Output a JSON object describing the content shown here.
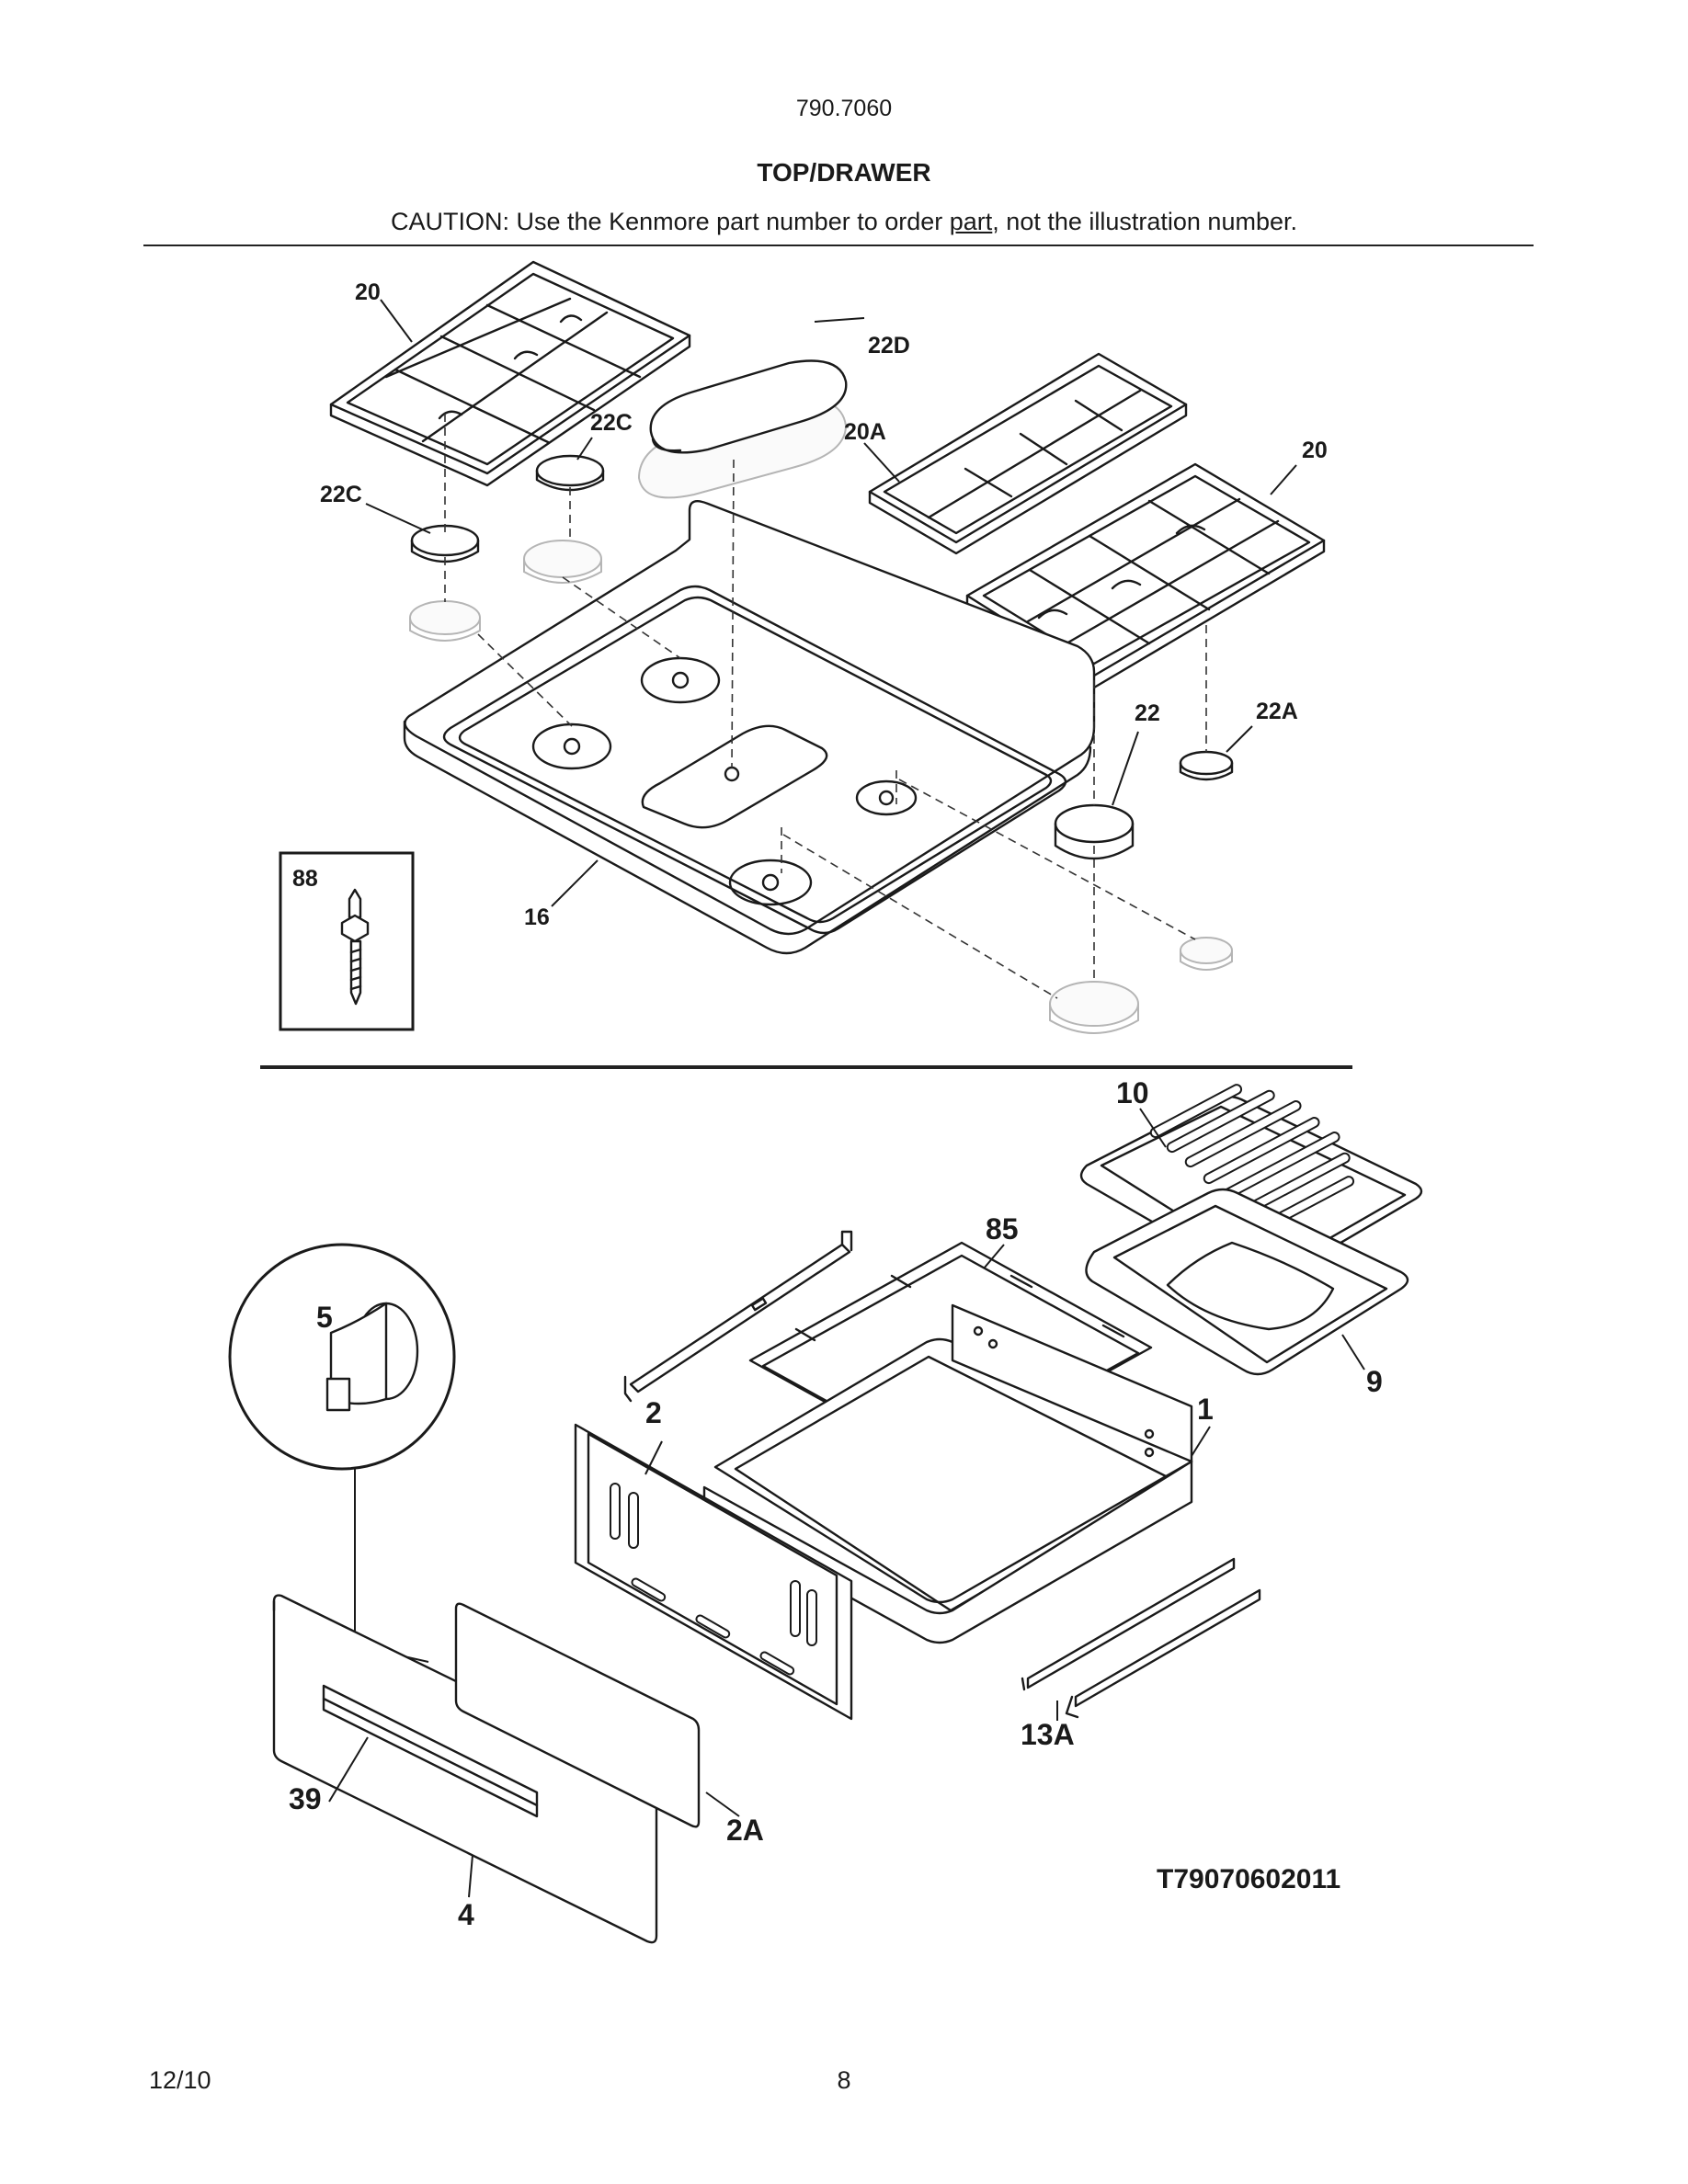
{
  "header": {
    "model": "790.7060",
    "title": "TOP/DRAWER",
    "caution_before": "CAUTION: Use the Kenmore part number to order ",
    "caution_link": "part",
    "caution_after": ", not the illustration number."
  },
  "callouts": {
    "c20a": "20",
    "c22d": "22D",
    "c22c_upper": "22C",
    "c20A": "20A",
    "c20b": "20",
    "c22c_left": "22C",
    "c22": "22",
    "c22A": "22A",
    "c88": "88",
    "c16": "16",
    "c10": "10",
    "c85": "85",
    "c5": "5",
    "c9": "9",
    "c2": "2",
    "c1": "1",
    "c39": "39",
    "c2A": "2A",
    "c13A": "13A",
    "c4": "4"
  },
  "figure_id": "T79070602011",
  "footer": {
    "date": "12/10",
    "page": "8"
  }
}
